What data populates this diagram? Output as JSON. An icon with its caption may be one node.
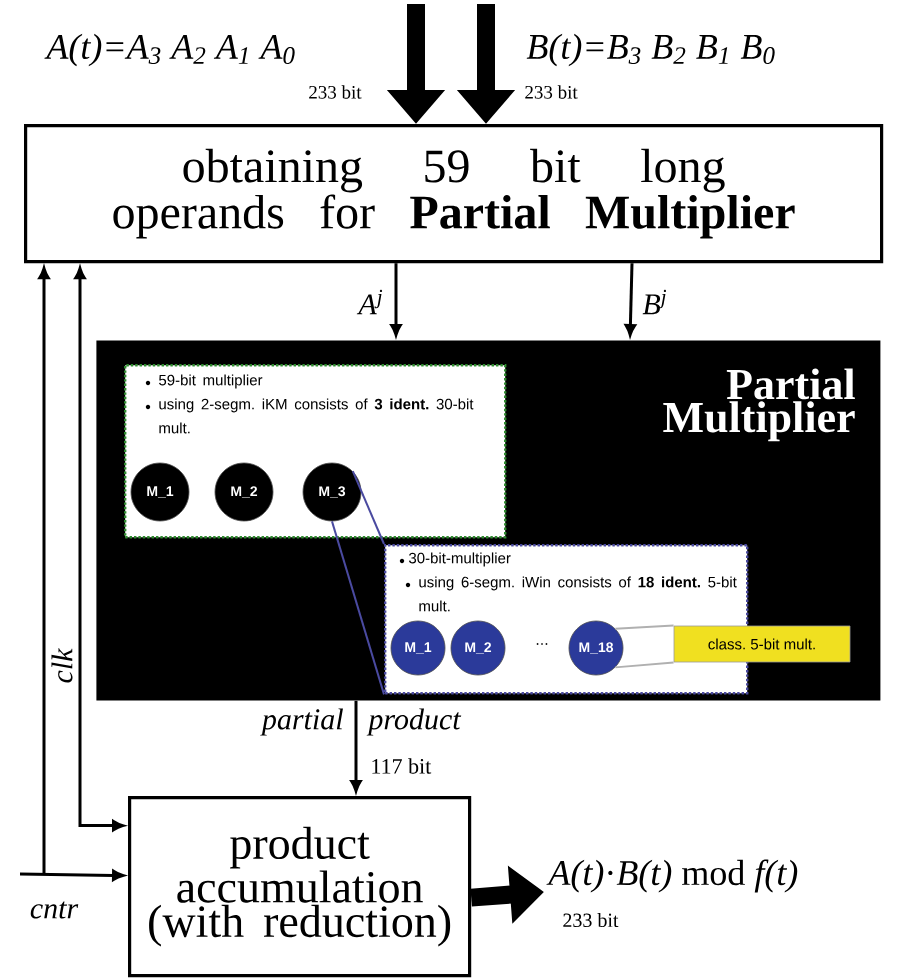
{
  "diagram": {
    "nodes": [
      {
        "text": [
          "obtaining 59 bit long operands for **Partial Multiplier**"
        ]
      },
      {
        "text": [
          "Partial Multiplier"
        ]
      },
      {
        "text": [
          "59-bit multiplier",
          "using 2-segm. iKM consists of **3 ident.** 30-bit mult."
        ],
        "in": 1
      },
      {
        "text": [
          "M_1"
        ],
        "in": 2
      },
      {
        "text": [
          "M_2"
        ],
        "in": 2
      },
      {
        "text": [
          "M_3"
        ],
        "in": 2
      },
      {
        "text": [
          "30-bit-multiplier",
          "using 6-segm. iWin consists of **18 ident.** 5-bit mult."
        ],
        "in": 1
      },
      {
        "text": [
          "M_1"
        ],
        "in": 6
      },
      {
        "text": [
          "M_2"
        ],
        "in": 6
      },
      {
        "text": [
          "M_18"
        ],
        "in": 6
      },
      {
        "text": [
          "class. 5-bit mult."
        ],
        "in": 1
      },
      {
        "text": [
          "product accumulation (with reduction)"
        ]
      },
      {
        "text": [
          "*A(t)*·*B(t)* mod *f(t)*"
        ],
        "beside": [
          "233 bit"
        ]
      }
    ],
    "edges": [
      {
        "from": null,
        "to": 0,
        "arrow": "to",
        "style": "thick"
      },
      {
        "from": null,
        "to": 0,
        "arrow": "to",
        "style": "thick"
      },
      {
        "from": 0,
        "to": 1,
        "arrow": "to",
        "label": "A$^{j}$"
      },
      {
        "from": 0,
        "to": 1,
        "arrow": "to",
        "label": "B$^{j}$"
      },
      {
        "from": 1,
        "to": 11,
        "arrow": "to"
      },
      {
        "from": 11,
        "to": 12,
        "arrow": "to",
        "style": "thick"
      },
      {
        "from": 5,
        "to": 6,
        "arrow": "none",
        "color": "#4a4aa0"
      },
      {
        "from": 5,
        "to": 6,
        "arrow": "none",
        "color": "#4a4aa0"
      },
      {
        "from": 9,
        "to": 10,
        "arrow": "none",
        "color": "#b0b0b0"
      },
      {
        "from": 9,
        "to": 10,
        "arrow": "none",
        "color": "#b0b0b0"
      },
      {
        "from": 0,
        "to": 11,
        "arrow": "both",
        "label": "clk"
      },
      {
        "from": null,
        "to": 11,
        "arrow": "to",
        "label": "cntr"
      },
      {
        "from": null,
        "to": 0,
        "arrow": "to"
      }
    ],
    "labels": [
      "A(t)=A$_{3}$ A$_{2}$ A$_{1}$ A$_{0}$",
      "B(t)=B$_{3}$ B$_{2}$ B$_{1}$ B$_{0}$",
      "233 bit",
      "233 bit",
      "...",
      "partial",
      "product",
      "117 bit"
    ]
  }
}
